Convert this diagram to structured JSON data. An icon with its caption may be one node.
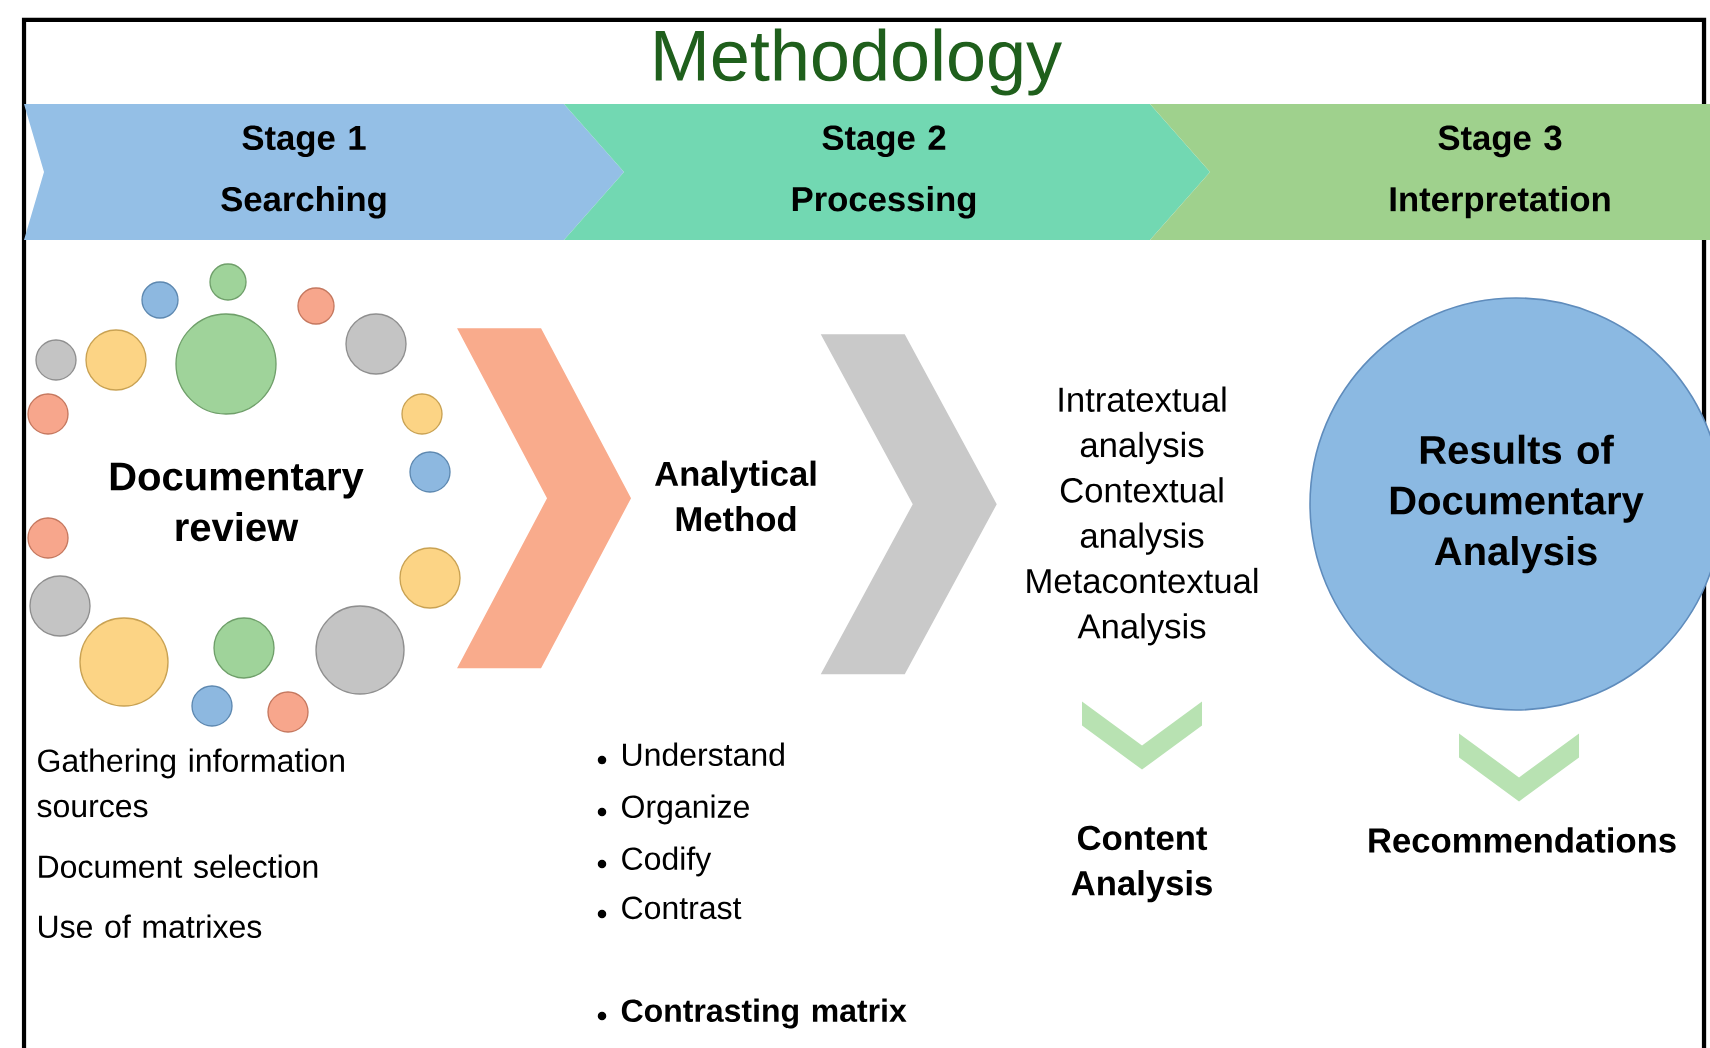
{
  "diagram": {
    "title": "Methodology",
    "nodes": [
      {
        "text": [
          "Stage 1",
          "Searching"
        ]
      },
      {
        "text": [
          "Stage 2",
          "Processing"
        ]
      },
      {
        "text": [
          "Stage 3",
          "Interpretation"
        ]
      },
      {
        "text": [
          "Documentary review"
        ]
      },
      {
        "text": [
          "Analytical Method"
        ]
      },
      {
        "text": [
          "Intratextual analysis",
          "Contextual analysis",
          "Metacontextual Analysis"
        ]
      },
      {
        "text": [
          "Results of Documentary Analysis"
        ]
      },
      {
        "text": [
          "Content Analysis"
        ]
      },
      {
        "text": [
          "Recommendations"
        ]
      }
    ],
    "edges": [
      {
        "from": 3,
        "to": 4,
        "arrow": "to",
        "style": "thick",
        "color": "#f9ab8c"
      },
      {
        "from": 4,
        "to": 5,
        "arrow": "to",
        "style": "thick",
        "color": "#c9c9c9"
      },
      {
        "from": 5,
        "to": 7,
        "arrow": "to",
        "style": "thick",
        "color": "#b8e2b2"
      },
      {
        "from": 6,
        "to": 8,
        "arrow": "to",
        "style": "thick",
        "color": "#b8e2b2"
      }
    ],
    "labels": [
      "Gathering information sources",
      "Document selection",
      "Use of matrixes",
      "Understand",
      "Organize",
      "Codify",
      "Contrast",
      "Contrasting matrix"
    ]
  }
}
